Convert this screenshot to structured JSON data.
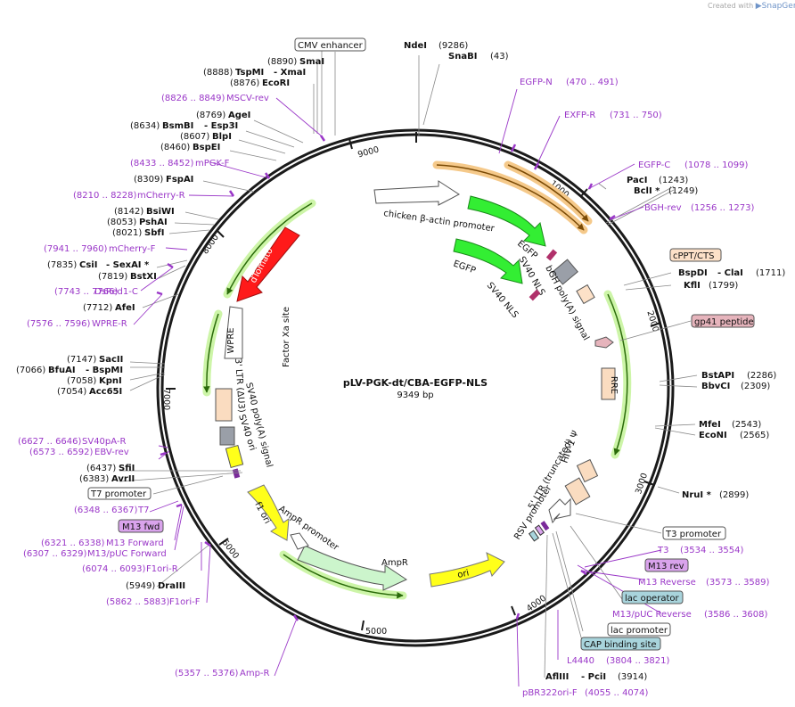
{
  "credit": {
    "prefix": "Created with",
    "brand": "SnapGene"
  },
  "plasmid": {
    "name": "pLV-PGK-dt/CBA-EGFP-NLS",
    "size": "9349 bp"
  },
  "ticks": [
    "1000",
    "2000",
    "3000",
    "4000",
    "5000",
    "6000",
    "7000",
    "8000",
    "9000"
  ],
  "features": {
    "chicken_actin": "chicken β-actin promoter",
    "egfp_a": "EGFP",
    "sv40nls_a": "SV40 NLS",
    "egfp_b": "EGFP",
    "sv40nls_b": "SV40 NLS",
    "bgh": "bGH poly(A) signal",
    "rre": "RRE",
    "hiv": "HIV-1 Ψ",
    "ltr5": "5' LTR (truncated)",
    "rsv": "RSV promoter",
    "ori": "ori",
    "ampr": "AmpR",
    "ampr_prom": "AmpR promoter",
    "f1ori": "f1 ori",
    "sv40ori": "SV40 ori",
    "sv40pa": "SV40 poly(A) signal",
    "ltr3": "3' LTR (ΔU3)",
    "factorxa": "Factor Xa site",
    "wpre": "WPRE",
    "dtomato": "dTomato"
  },
  "labels": {
    "cmv": "CMV enhancer",
    "ndei": "NdeI",
    "ndei_pos": "(9286)",
    "snabi": "SnaBI",
    "snabi_pos": "(43)",
    "egfpn": "EGFP-N",
    "egfpn_pos": "(470 .. 491)",
    "exfpr": "EXFP-R",
    "exfpr_pos": "(731 .. 750)",
    "egfpc": "EGFP-C",
    "egfpc_pos": "(1078 .. 1099)",
    "paci": "PacI",
    "paci_pos": "(1243)",
    "bcli": "BclI *",
    "bcli_pos": "(1249)",
    "bghrev": "BGH-rev",
    "bghrev_pos": "(1256 .. 1273)",
    "cppt": "cPPT/CTS",
    "bspdi": "BspDI",
    "clai": "- ClaI",
    "bspdi_pos": "(1711)",
    "kfli": "KflI",
    "kfli_pos": "(1799)",
    "gp41": "gp41 peptide",
    "bstapi": "BstAPI",
    "bstapi_pos": "(2286)",
    "bbvci": "BbvCI",
    "bbvci_pos": "(2309)",
    "mfei": "MfeI",
    "mfei_pos": "(2543)",
    "econi": "EcoNI",
    "econi_pos": "(2565)",
    "nrui": "NruI *",
    "nrui_pos": "(2899)",
    "t3prom": "T3 promoter",
    "t3": "T3",
    "t3_pos": "(3534 .. 3554)",
    "m13rev": "M13 rev",
    "m13reverse": "M13 Reverse",
    "m13reverse_pos": "(3573 .. 3589)",
    "lacop": "lac operator",
    "m13pucrev": "M13/pUC Reverse",
    "m13pucrev_pos": "(3586 .. 3608)",
    "lacprom": "lac promoter",
    "cap": "CAP binding site",
    "l4440": "L4440",
    "l4440_pos": "(3804 .. 3821)",
    "afliii": "AflIII",
    "pcii": "- PciI",
    "afliii_pos": "(3914)",
    "pbr": "pBR322ori-F",
    "pbr_pos": "(4055 .. 4074)",
    "ampr_primer": "Amp-R",
    "ampr_primer_pos": "(5357 .. 5376)",
    "f1orif": "F1ori-F",
    "f1orif_pos": "(5862 .. 5883)",
    "draiii": "DraIII",
    "draiii_pos": "(5949)",
    "f1orir": "F1ori-R",
    "f1orir_pos": "(6074 .. 6093)",
    "m13pucfwd": "M13/pUC Forward",
    "m13pucfwd_pos": "(6307 .. 6329)",
    "m13forward": "M13 Forward",
    "m13forward_pos": "(6321 .. 6338)",
    "m13fwd": "M13 fwd",
    "t7": "T7",
    "t7_pos": "(6348 .. 6367)",
    "t7prom": "T7 promoter",
    "avrii": "AvrII",
    "avrii_pos": "(6383)",
    "sfii": "SfiI",
    "sfii_pos": "(6437)",
    "ebvrev": "EBV-rev",
    "ebvrev_pos": "(6573 .. 6592)",
    "sv40par": "SV40pA-R",
    "sv40par_pos": "(6627 .. 6646)",
    "acc65i": "Acc65I",
    "acc65i_pos": "(7054)",
    "kpni": "KpnI",
    "kpni_pos": "(7058)",
    "bfuai": "BfuAI",
    "bspmi": "- BspMI",
    "bfuai_pos": "(7066)",
    "sacii": "SacII",
    "sacii_pos": "(7147)",
    "wprer": "WPRE-R",
    "wprer_pos": "(7576 .. 7596)",
    "afei": "AfeI",
    "afei_pos": "(7712)",
    "dsred": "DsRed1-C",
    "dsred_pos": "(7743 .. 7766)",
    "bstxi": "BstXI",
    "bstxi_pos": "(7819)",
    "csii": "CsiI",
    "sexai": "- SexAI *",
    "csii_pos": "(7835)",
    "mcherryf": "mCherry-F",
    "mcherryf_pos": "(7941 .. 7960)",
    "sbfi": "SbfI",
    "sbfi_pos": "(8021)",
    "pshai": "PshAI",
    "pshai_pos": "(8053)",
    "bsiwi": "BsiWI",
    "bsiwi_pos": "(8142)",
    "mcherryr": "mCherry-R",
    "mcherryr_pos": "(8210 .. 8228)",
    "fspai": "FspAI",
    "fspai_pos": "(8309)",
    "mpgkf": "mPGK-F",
    "mpgkf_pos": "(8433 .. 8452)",
    "bspei": "BspEI",
    "bspei_pos": "(8460)",
    "blpi": "BlpI",
    "blpi_pos": "(8607)",
    "bsmbi": "BsmBI",
    "esp3i": "- Esp3I",
    "bsmbi_pos": "(8634)",
    "agei": "AgeI",
    "agei_pos": "(8769)",
    "mscvrev": "MSCV-rev",
    "mscvrev_pos": "(8826 .. 8849)",
    "ecori": "EcoRI",
    "ecori_pos": "(8876)",
    "tspmi": "TspMI",
    "xmai": "- XmaI",
    "tspmi_pos": "(8888)",
    "smai": "SmaI",
    "smai_pos": "(8890)"
  },
  "colors": {
    "backbone": "#1a1a1a",
    "primer": "#9a37c8",
    "egfp": "#33ee33",
    "dtomato": "#ff1a1a",
    "ampr": "#ccf5cc",
    "ori": "#ffff1a",
    "rre": "#fadcc0",
    "orange_halo": "#f5c98a",
    "green_halo": "#cdf5a8",
    "m13_box": "#d9a3ec",
    "lac_box": "#a8d4dc",
    "gp41_box": "#e6b4bc",
    "cppt_box": "#fde1c8"
  }
}
